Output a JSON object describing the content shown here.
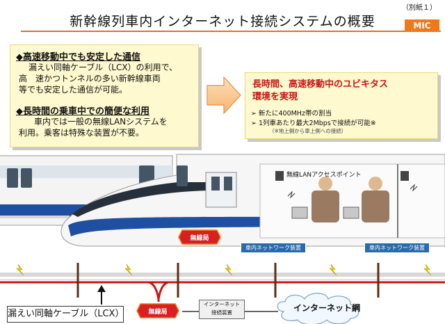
{
  "annex": "（別紙１）",
  "title": "新幹線列車内インターネット接続システムの概要",
  "org_badge": "MIC",
  "left_box": {
    "heading1": "◆高速移動中でも安定した通信",
    "text1_line1": "漏えい同軸ケーブル（LCX）の利用で、",
    "text1_line2": "高　速かつトンネルの多い新幹線車両",
    "text1_line3": "等でも安定した通信が可能。",
    "heading2": "◆長時間の乗車中での簡便な利用",
    "text2_line1": "車内では一般の無線LANシステムを",
    "text2_line2": "利用。乗客は特殊な装置が不要。"
  },
  "right_box": {
    "heading_line1": "長時間、高速移動中のユビキタス",
    "heading_line2": "環境を実現",
    "bullet1": "➢ 新たに400MHz帯の割当",
    "bullet2": "➢ 1列車あたり最大2Mbpsで接続が可能※",
    "note": "（※地上側から車上側への接続）"
  },
  "diagram": {
    "ap_label": "無線LANアクセスポイント",
    "car_device_1": "車内ネットワーク装置",
    "car_device_2": "車内ネットワーク装置",
    "radio_station_train": "無線局",
    "radio_station_ground": "無線局",
    "lcx_label": "漏えい同軸ケーブル（LCX）",
    "inet_device_line1": "インターネット",
    "inet_device_line2": "接続装置",
    "internet_label": "インターネット網"
  },
  "colors": {
    "accent_orange": "#f07818",
    "heading_red": "#c81414",
    "cable_red": "#c81414",
    "box_fill": "#fef9ce",
    "device_blue": "#2a6aa8"
  }
}
